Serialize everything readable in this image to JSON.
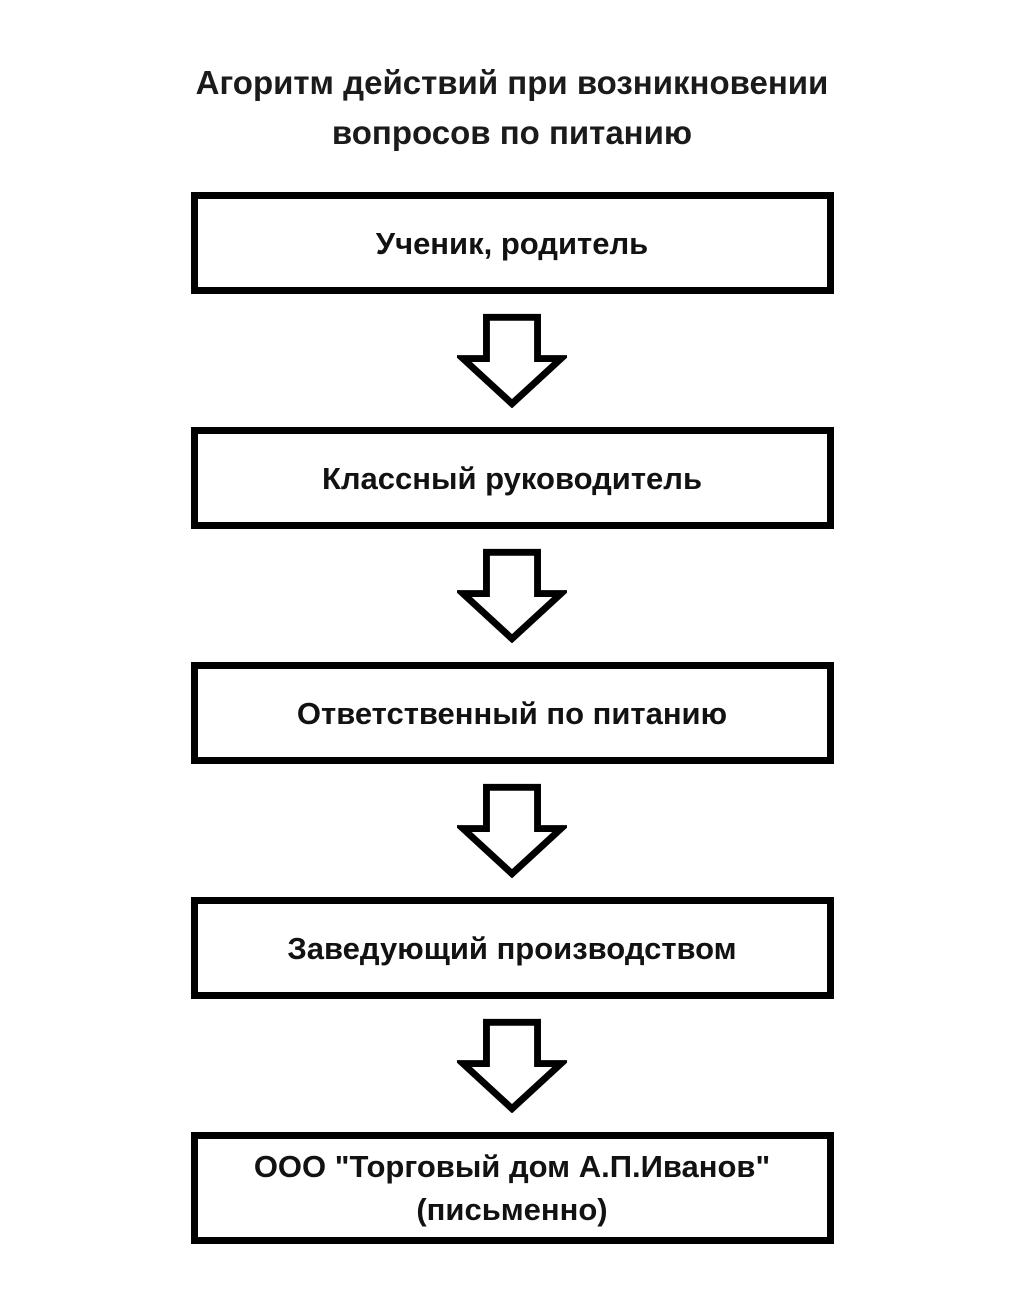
{
  "title": {
    "line1": "Агоритм действий при возникновении",
    "line2": "вопросов по питанию"
  },
  "flow": {
    "steps": [
      {
        "lines": [
          "Ученик, родитель"
        ]
      },
      {
        "lines": [
          "Классный руководитель"
        ]
      },
      {
        "lines": [
          "Ответственный по питанию"
        ]
      },
      {
        "lines": [
          "Заведующий производством"
        ]
      },
      {
        "lines": [
          "ООО \"Торговый дом А.П.Иванов\"",
          "(письменно)"
        ]
      }
    ]
  },
  "colors": {
    "background": "#ffffff",
    "outline": "#000000",
    "text": "#151515"
  }
}
